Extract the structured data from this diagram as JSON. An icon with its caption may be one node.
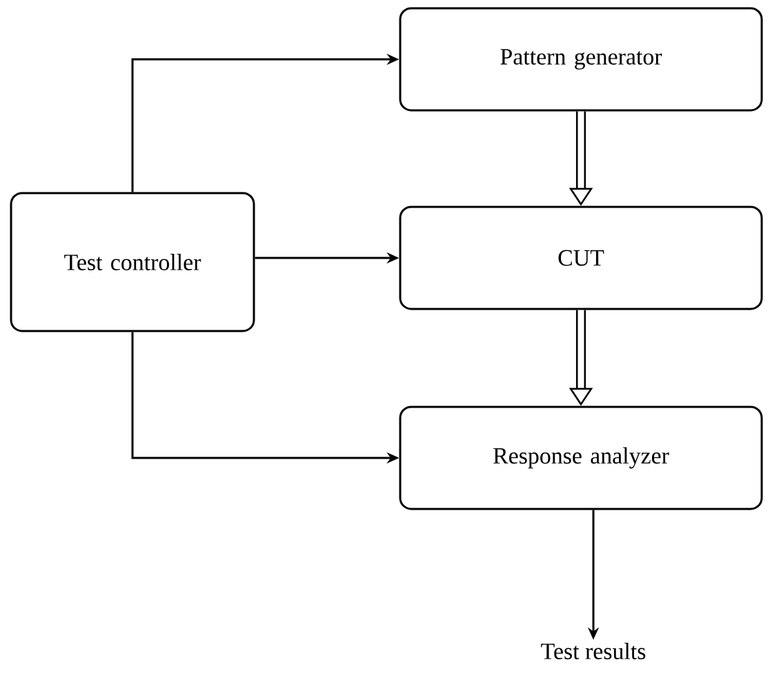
{
  "diagram": {
    "nodes": [
      {
        "text": [
          "Test controller"
        ]
      },
      {
        "text": [
          "Pattern generator"
        ]
      },
      {
        "text": [
          "CUT"
        ]
      },
      {
        "text": [
          "Response analyzer"
        ]
      },
      {
        "text": [
          "Test results"
        ]
      }
    ],
    "edges": [
      {
        "from": 0,
        "to": 1,
        "arrow": "to"
      },
      {
        "from": 0,
        "to": 2,
        "arrow": "to"
      },
      {
        "from": 0,
        "to": 3,
        "arrow": "to"
      },
      {
        "from": 1,
        "to": 2,
        "arrow": "to",
        "style": "thick"
      },
      {
        "from": 2,
        "to": 3,
        "arrow": "to",
        "style": "thick"
      },
      {
        "from": 3,
        "to": 4,
        "arrow": "to"
      }
    ]
  }
}
